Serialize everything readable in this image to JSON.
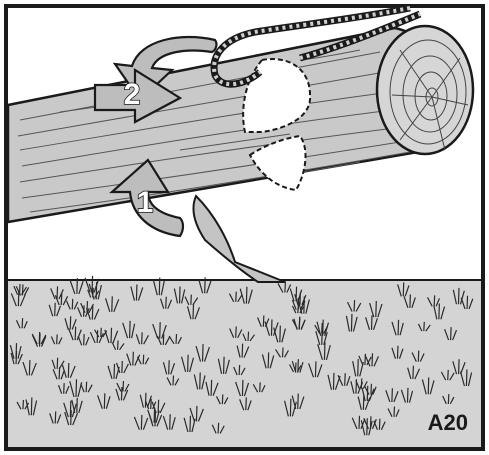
{
  "figure": {
    "step_labels": [
      "1",
      "2"
    ],
    "figure_code": "A20"
  },
  "colors": {
    "frame": "#1a1a1a",
    "sky": "#ffffff",
    "ground": "#d4d4d4",
    "log": "#c9c9c9",
    "log_end": "#d6d6d6",
    "arrow": "#bdbdbd",
    "ink": "#1a1a1a"
  }
}
